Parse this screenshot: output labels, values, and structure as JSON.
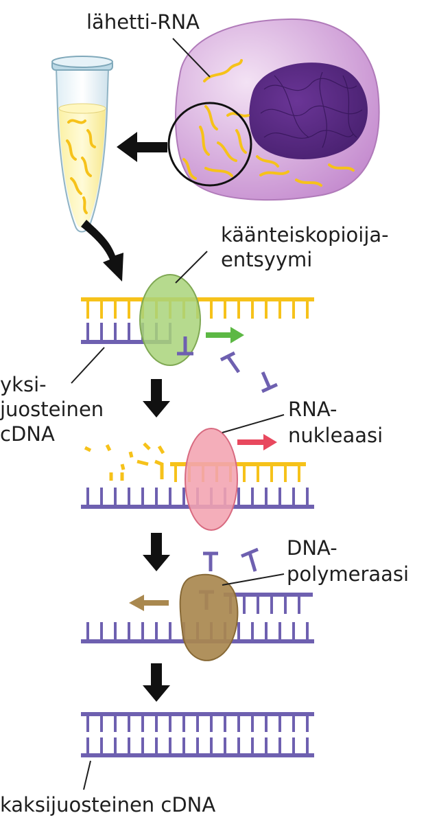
{
  "labels": {
    "mrna": "lähetti-RNA",
    "rt_1": "käänteiskopioija-",
    "rt_2": "entsyymi",
    "ss_1": "yksi-",
    "ss_2": "juosteinen",
    "ss_3": "cDNA",
    "rnase_1": "RNA-",
    "rnase_2": "nukleaasi",
    "pol_1": "DNA-",
    "pol_2": "polymeraasi",
    "ds": "kaksijuosteinen cDNA"
  },
  "colors": {
    "rna": "#f6c21a",
    "dna": "#6e60b0",
    "cell": "#d9b3df",
    "nucleus": "#5a2a86",
    "rt_enzyme": "#a9d47a",
    "rnase_enzyme": "#f3a3b1",
    "polymerase_enzyme": "#a9884f",
    "rt_arrow": "#5cb844",
    "rnase_arrow": "#e8485e",
    "polymerase_arrow": "#a9884f"
  },
  "icons": [
    "test-tube-icon",
    "cell-icon",
    "enzyme-icon",
    "arrow-icon",
    "nucleotide-icon"
  ]
}
